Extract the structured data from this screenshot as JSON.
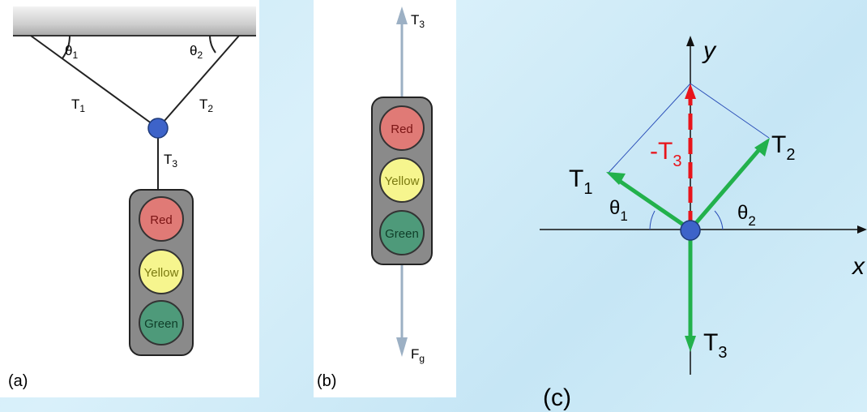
{
  "panel_a": {
    "tag": "(a)",
    "theta1": "θ",
    "theta1_sub": "1",
    "theta2": "θ",
    "theta2_sub": "2",
    "t1": "T",
    "t1_sub": "1",
    "t2": "T",
    "t2_sub": "2",
    "t3": "T",
    "t3_sub": "3",
    "lights": [
      "Red",
      "Yellow",
      "Green"
    ]
  },
  "panel_b": {
    "tag": "(b)",
    "t3": "T",
    "t3_sub": "3",
    "fg": "F",
    "fg_sub": "g",
    "lights": [
      "Red",
      "Yellow",
      "Green"
    ]
  },
  "panel_c": {
    "tag": "(c)",
    "y_axis": "y",
    "x_axis": "x",
    "t1": "T",
    "t1_sub": "1",
    "t2": "T",
    "t2_sub": "2",
    "t3": "T",
    "t3_sub": "3",
    "neg_t3": "-T",
    "neg_t3_sub": "3",
    "theta1": "θ",
    "theta1_sub": "1",
    "theta2": "θ",
    "theta2_sub": "2"
  },
  "colors": {
    "red_light": "#e07a76",
    "yellow_light": "#f6f58e",
    "green_light": "#4e9a7a",
    "knot": "#3d63c9",
    "vector_green": "#22b14c",
    "vector_red": "#e8141b",
    "arrow_gray": "#9cb0c4"
  }
}
